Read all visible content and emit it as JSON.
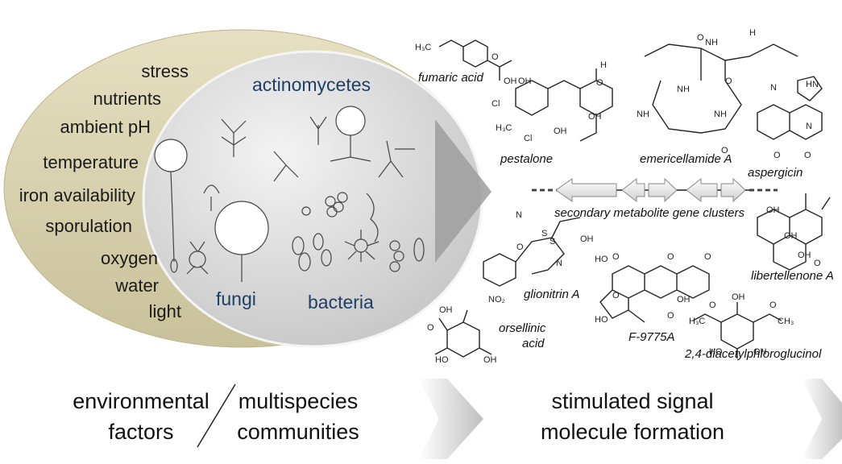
{
  "environmental_factors": [
    "stress",
    "nutrients",
    "ambient pH",
    "temperature",
    "iron availability",
    "sporulation",
    "oxygen",
    "water",
    "light"
  ],
  "organisms": {
    "actinomycetes": "actinomycetes",
    "fungi": "fungi",
    "bacteria": "bacteria"
  },
  "gene_cluster_label": "secondary metabolite gene clusters",
  "molecules": {
    "fumaric_acid": "fumaric acid",
    "pestalone": "pestalone",
    "emericellamide_a": "emericellamide A",
    "aspergicin": "aspergicin",
    "gliotoxin_a": "glionitrin A",
    "libertellenone_a": "libertellenone A",
    "f9775a": "F-9775A",
    "orsellinic_acid_line1": "orsellinic",
    "orsellinic_acid_line2": "acid",
    "diacetylphloroglucinol": "2,4-diacetylphloroglucinol"
  },
  "bottom": {
    "left_line1": "environmental",
    "left_line2": "factors",
    "middle_line1": "multispecies",
    "middle_line2": "communities",
    "right_line1": "stimulated signal",
    "right_line2": "molecule formation"
  },
  "colors": {
    "left_ellipse": "#d6d0ae",
    "right_ellipse": "#d9d9d9",
    "organism_text": "#1f3f66",
    "arrow_gray": "#bdbdbd"
  }
}
